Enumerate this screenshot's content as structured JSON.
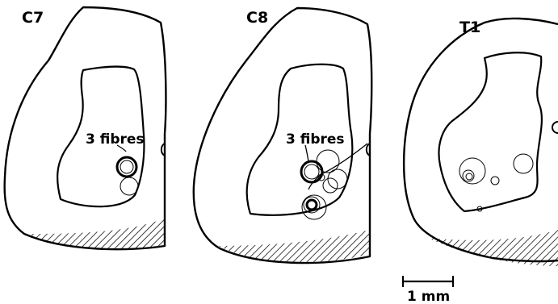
{
  "figure": {
    "panels": [
      {
        "id": "c7",
        "label": "C7",
        "annotation": "3 fibres"
      },
      {
        "id": "c8",
        "label": "C8",
        "annotation": "3 fibres"
      },
      {
        "id": "t1",
        "label": "T1"
      }
    ],
    "scale_bar": {
      "label": "1 mm"
    },
    "colors": {
      "ink": "#000000",
      "background": "#ffffff"
    }
  }
}
